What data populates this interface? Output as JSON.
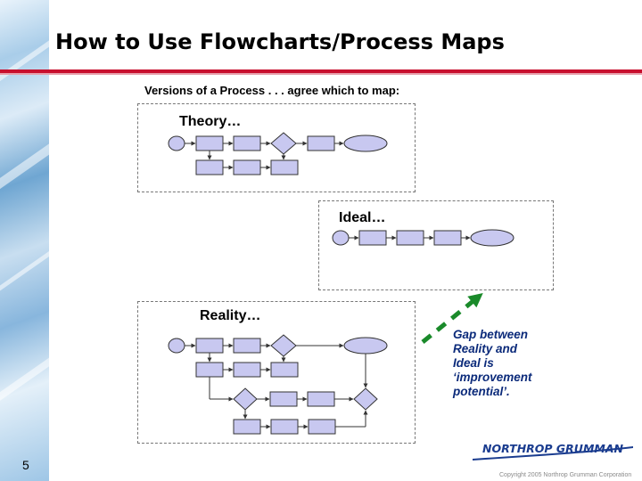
{
  "slide": {
    "title": "How to Use Flowcharts/Process Maps",
    "subtitle": "Versions of a Process . . . agree which to map:",
    "number": "5"
  },
  "panels": {
    "theory": {
      "label": "Theory…"
    },
    "ideal": {
      "label": "Ideal…"
    },
    "reality": {
      "label": "Reality…"
    }
  },
  "callout": {
    "lines": [
      "Gap between",
      "Reality and",
      "Ideal is",
      "‘improvement",
      "potential’."
    ],
    "arrow_color": "#1a8a2a",
    "text_color": "#0b2a7a"
  },
  "footer": {
    "logo": "NORTHROP GRUMMAN",
    "copyright": "Copyright 2005 Northrop Grumman Corporation"
  },
  "colors": {
    "accent_rule": "#c8102e",
    "shape_fill": "#c8c8f0",
    "shape_stroke": "#333333"
  }
}
